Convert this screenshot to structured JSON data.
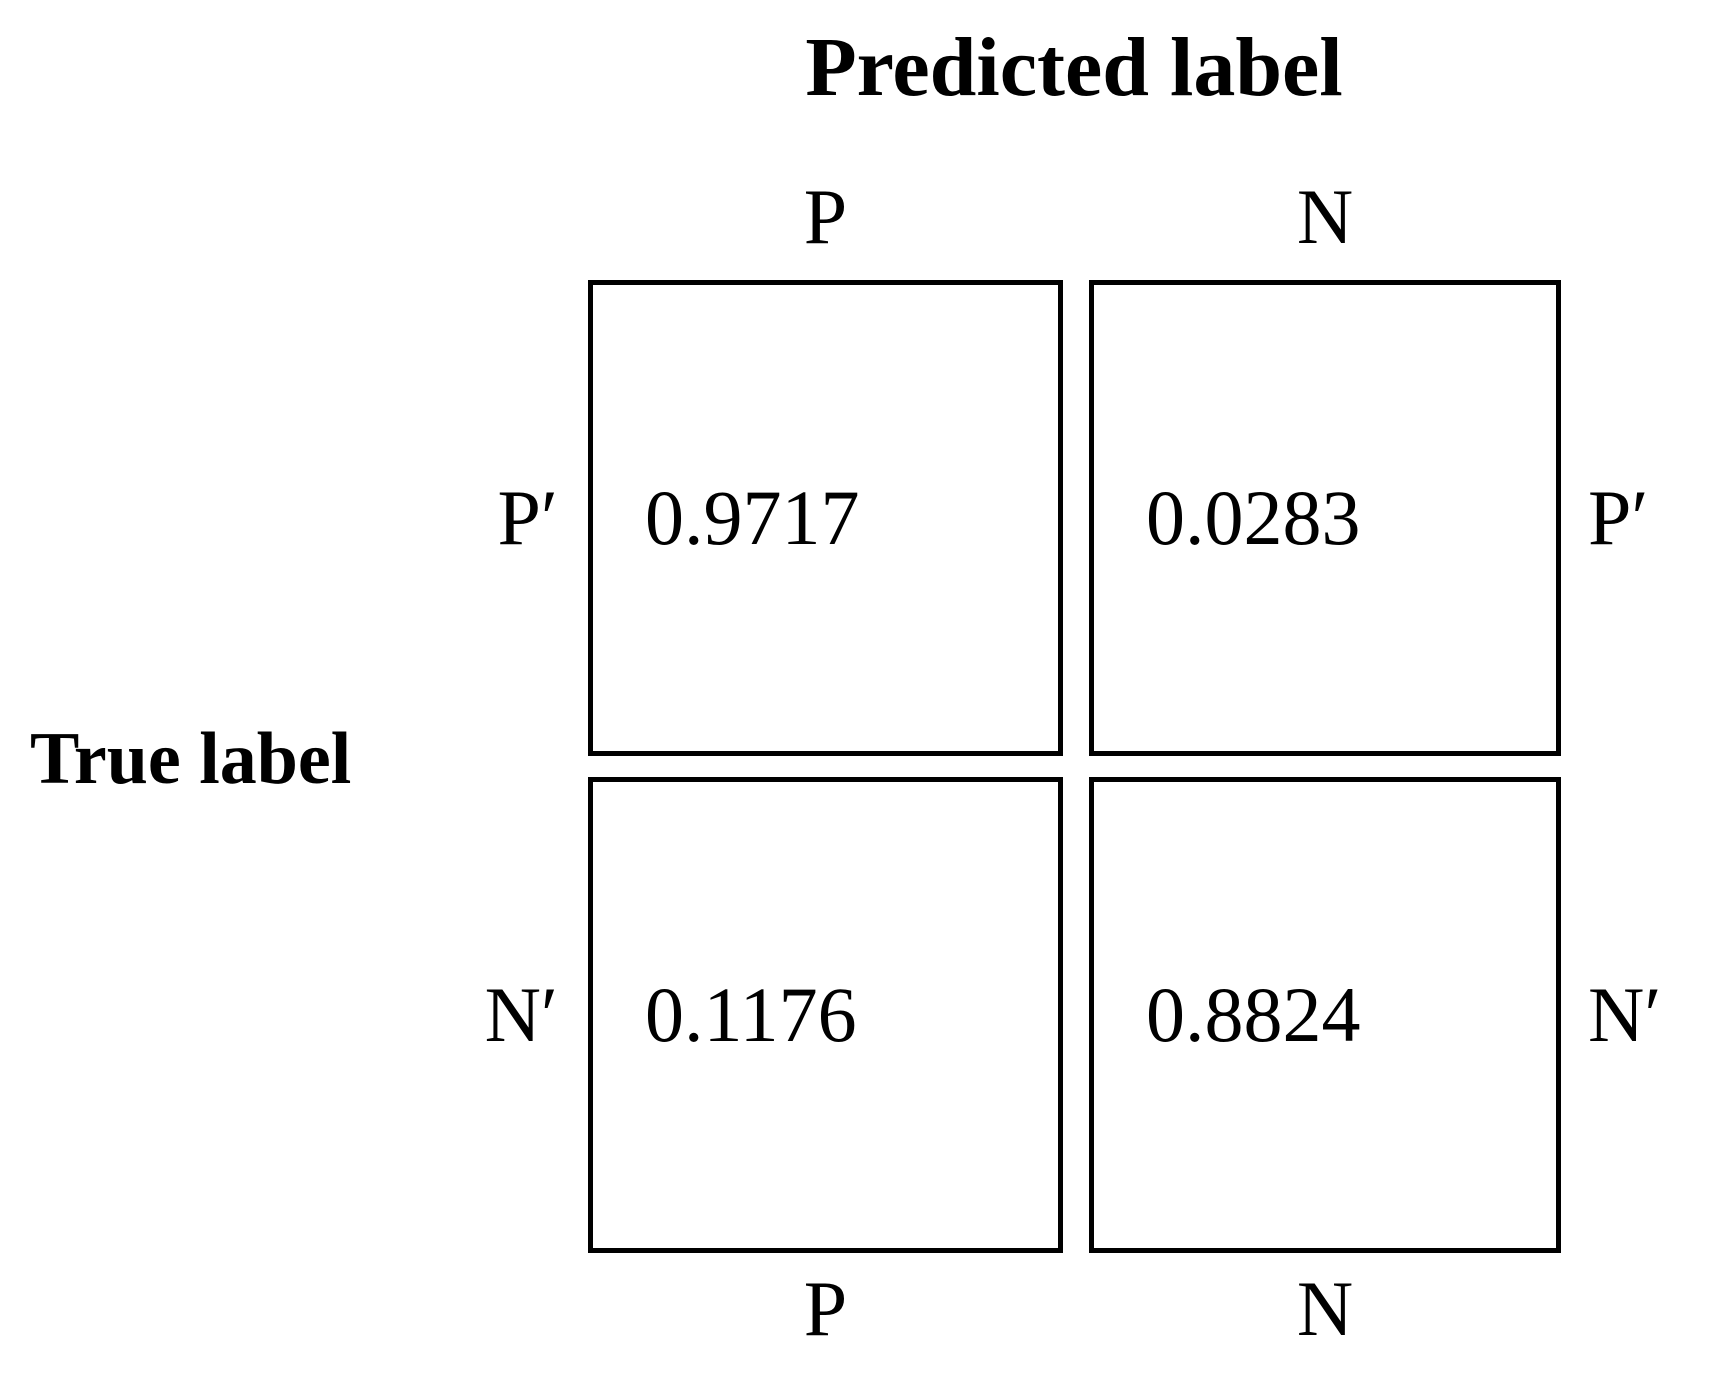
{
  "figure": {
    "title": "Predicted label",
    "y_axis_title": "True label"
  },
  "columns": {
    "top": [
      "P",
      "N"
    ],
    "bottom": [
      "P",
      "N"
    ]
  },
  "rows": {
    "left": [
      "P′",
      "N′"
    ],
    "right": [
      "P′",
      "N′"
    ]
  },
  "cells": [
    {
      "row": "P′",
      "col": "P",
      "value": "0.9717"
    },
    {
      "row": "P′",
      "col": "N",
      "value": "0.0283"
    },
    {
      "row": "N′",
      "col": "P",
      "value": "0.1176"
    },
    {
      "row": "N′",
      "col": "N",
      "value": "0.8824"
    }
  ],
  "colors": {
    "text": "#000000",
    "background": "#ffffff",
    "cell_border": "#000000"
  },
  "chart_data": {
    "type": "heatmap",
    "title": "Predicted label",
    "xlabel": "Predicted label",
    "ylabel": "True label",
    "x_categories": [
      "P",
      "N"
    ],
    "y_categories": [
      "P′",
      "N′"
    ],
    "values": [
      [
        0.9717,
        0.0283
      ],
      [
        0.1176,
        0.8824
      ]
    ],
    "legend": "none",
    "grid": "off"
  }
}
